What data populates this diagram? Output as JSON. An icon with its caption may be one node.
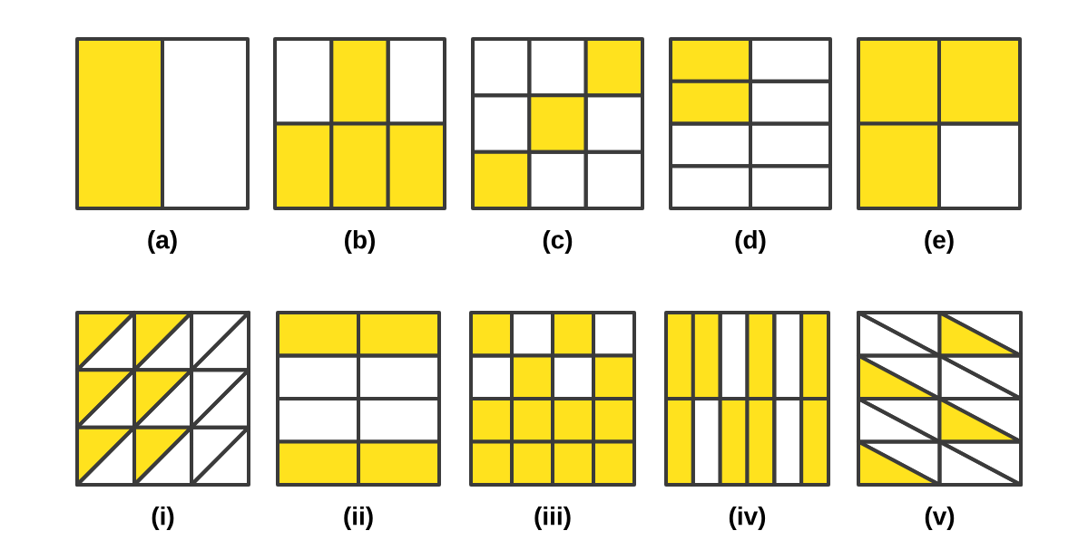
{
  "diagram": {
    "labels": [
      "(a)",
      "(b)",
      "(c)",
      "(d)",
      "(e)",
      "(i)",
      "(ii)",
      "(iii)",
      "(iv)",
      "(v)"
    ]
  }
}
